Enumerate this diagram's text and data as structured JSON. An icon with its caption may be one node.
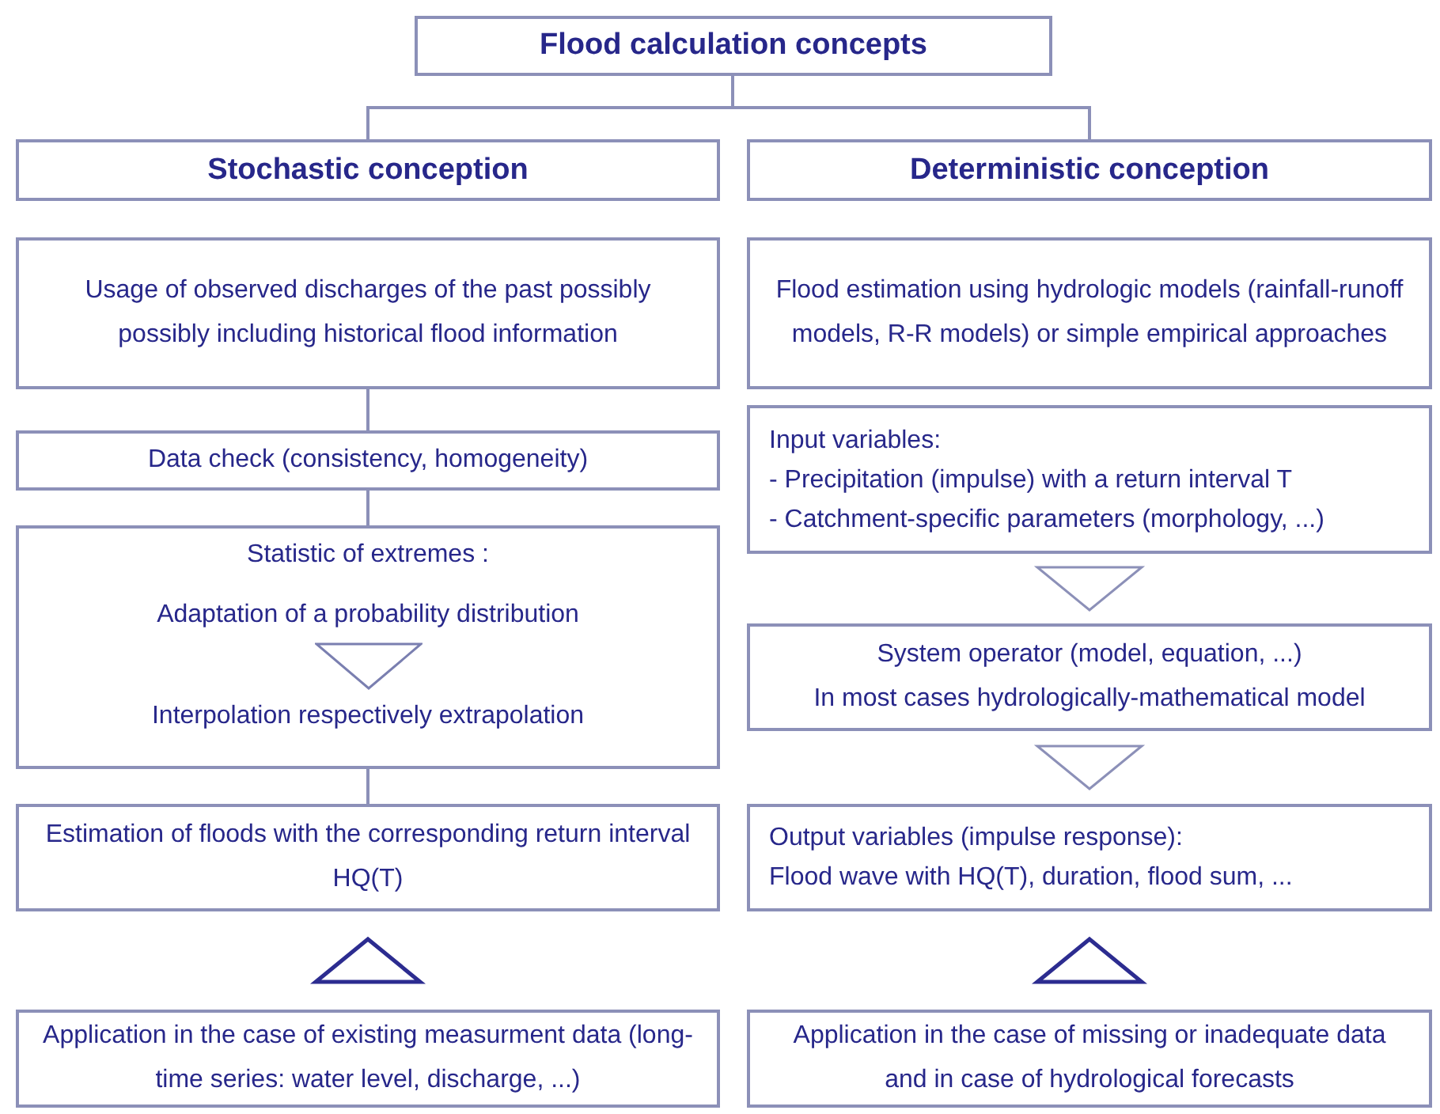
{
  "diagram": {
    "nodes": [
      {
        "text": [
          "Flood calculation concepts"
        ]
      },
      {
        "text": [
          "Stochastic conception"
        ]
      },
      {
        "text": [
          "Deterministic conception"
        ]
      },
      {
        "text": [
          "Usage of observed discharges of the past possibly possibly including historical flood information"
        ]
      },
      {
        "text": [
          "Data check (consistency, homogeneity)"
        ]
      },
      {
        "text": [
          "Statistic of extremes :",
          "Adaptation of a probability distribution",
          "Interpolation respectively extrapolation"
        ]
      },
      {
        "text": [
          "Estimation of floods with the corresponding return interval HQ(T)"
        ]
      },
      {
        "text": [
          "Application in the case of existing measurment data (long-time series: water level, discharge, ...)"
        ]
      },
      {
        "text": [
          "Flood estimation using hydrologic models (rainfall-runoff models, R-R models) or simple empirical approaches"
        ]
      },
      {
        "text": [
          "Input variables:",
          "- Precipitation (impulse) with a return interval T",
          "- Catchment-specific parameters (morphology, ...)"
        ]
      },
      {
        "text": [
          "System operator (model, equation, ...)",
          "In most cases hydrologically-mathematical model"
        ]
      },
      {
        "text": [
          "Output variables (impulse response):",
          "Flood wave with HQ(T), duration, flood sum, ..."
        ]
      },
      {
        "text": [
          "Application in the case of missing or inadequate data and in case of hydrological forecasts"
        ]
      }
    ],
    "edges": [
      {
        "from": 0,
        "to": 1,
        "arrow": "none"
      },
      {
        "from": 0,
        "to": 2,
        "arrow": "none"
      },
      {
        "from": 3,
        "to": 4,
        "arrow": "none"
      },
      {
        "from": 4,
        "to": 5,
        "arrow": "none"
      },
      {
        "from": 5,
        "to": 6,
        "arrow": "none"
      },
      {
        "from": 7,
        "to": 6,
        "arrow": "to"
      },
      {
        "from": 9,
        "to": 10,
        "arrow": "to"
      },
      {
        "from": 10,
        "to": 11,
        "arrow": "to"
      },
      {
        "from": 12,
        "to": 11,
        "arrow": "to"
      }
    ]
  }
}
